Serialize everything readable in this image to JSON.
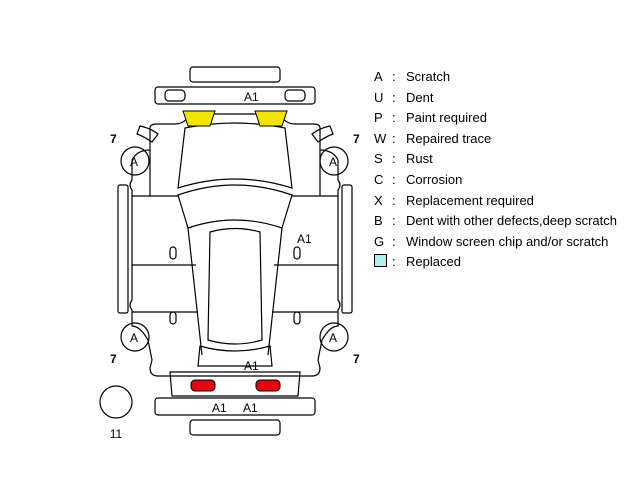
{
  "colors": {
    "outline": "#000000",
    "paint_marker": "#f2e600",
    "red_marker": "#e8000f",
    "replaced": "#aeeef0"
  },
  "markers": {
    "front_bumper": "A1",
    "right_side": "A1",
    "rear_deck": "A1",
    "rear_bumper_left": "A1",
    "rear_bumper_right": "A1",
    "front_left_count": "7",
    "front_right_count": "7",
    "rear_left_count": "7",
    "rear_right_count": "7",
    "front_left_wheel": "A",
    "front_right_wheel": "A",
    "rear_left_wheel": "A",
    "rear_right_wheel": "A",
    "spare_tire_count": "11"
  },
  "legend": {
    "items": [
      {
        "code": "A",
        "desc": "Scratch"
      },
      {
        "code": "U",
        "desc": "Dent"
      },
      {
        "code": "P",
        "desc": "Paint required"
      },
      {
        "code": "W",
        "desc": "Repaired trace"
      },
      {
        "code": "S",
        "desc": "Rust"
      },
      {
        "code": "C",
        "desc": "Corrosion"
      },
      {
        "code": "X",
        "desc": "Replacement required"
      },
      {
        "code": "B",
        "desc": "Dent with other defects,deep scratch"
      },
      {
        "code": "G",
        "desc": "Window screen chip and/or scratch"
      }
    ],
    "replaced_label": "Replaced",
    "colon": ":"
  }
}
